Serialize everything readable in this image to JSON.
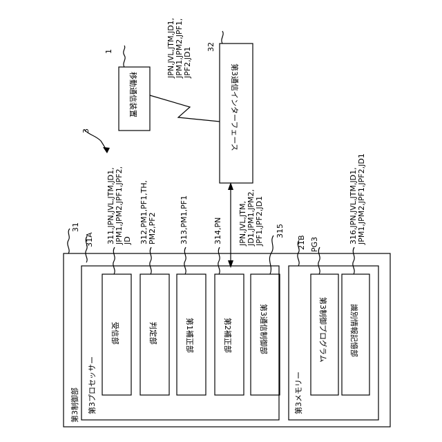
{
  "refs": {
    "system": "3",
    "mobile_device": "1",
    "interface": "32",
    "control_unit": "31",
    "processor": "31A",
    "memory": "21B",
    "program": "PG3",
    "unit_315": "315"
  },
  "boxes": {
    "mobile_device": "移動通信装置",
    "interface": "第3通信インターフェース",
    "control_unit": "第3制御部",
    "processor": "第3プロセッサー",
    "memory": "第3メモリー",
    "receiver": "受信部",
    "judge": "判定部",
    "corrector1": "第1補正部",
    "corrector2": "第2補正部",
    "comm_controller": "第3通信制御部",
    "program": "第3制御プログラム",
    "id_storage": "識別情報記憶部"
  },
  "signals": {
    "wireless": [
      "JPN,JVL,JTM,JD1,",
      "JPM1,JPM2,JPF1,",
      "JPF2,JD1"
    ],
    "bus": [
      "JPN,JVL,JTM,",
      "JD1,JPM1,JPM2,",
      "JPF1,JPF2,JD1"
    ],
    "receiver": [
      "311,JPN,JVL,JTM,JD1,",
      "JPM1,JPM2,JPF1,JPF2,",
      "JD"
    ],
    "judge": [
      "312,PM1,PF1,TH,",
      "PM2,PF2"
    ],
    "corrector1": [
      "313,PM1,PF1"
    ],
    "corrector2": [
      "314,PN"
    ],
    "id_storage": [
      "316,JPN,JVL,JTM,JD1,",
      "JPM1,JPM2,JPF1,JPF2,JD1"
    ]
  }
}
